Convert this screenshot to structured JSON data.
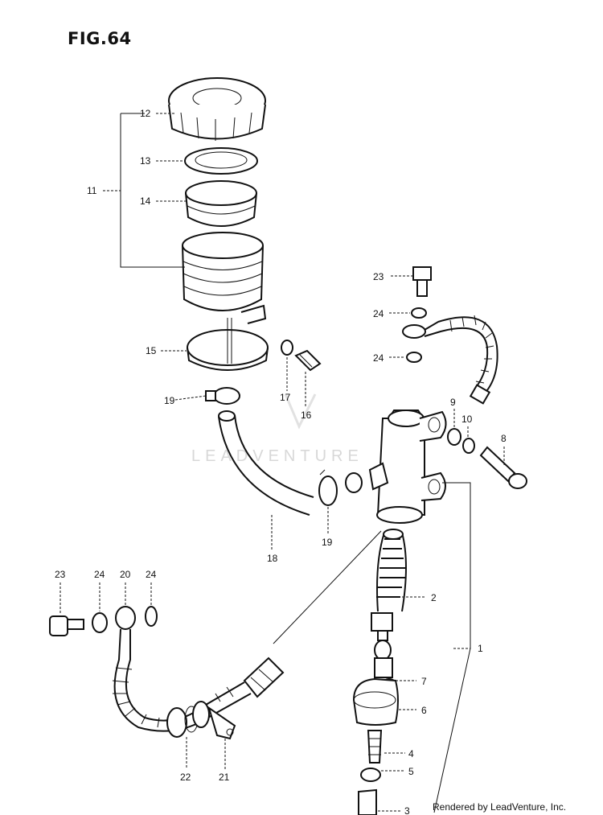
{
  "figure_title": "FIG.64",
  "watermark": "LEADVENTURE",
  "credit": "Rendered by LeadVenture, Inc.",
  "labels": {
    "p1": "1",
    "p2": "2",
    "p3": "3",
    "p4": "4",
    "p5": "5",
    "p6": "6",
    "p7": "7",
    "p8": "8",
    "p9": "9",
    "p10": "10",
    "p11": "11",
    "p12": "12",
    "p13": "13",
    "p14": "14",
    "p15": "15",
    "p16": "16",
    "p17": "17",
    "p18": "18",
    "p19a": "19",
    "p19b": "19",
    "p20": "20",
    "p21": "21",
    "p22": "22",
    "p23a": "23",
    "p23b": "23",
    "p24a": "24",
    "p24b": "24",
    "p24c": "24",
    "p24d": "24"
  }
}
